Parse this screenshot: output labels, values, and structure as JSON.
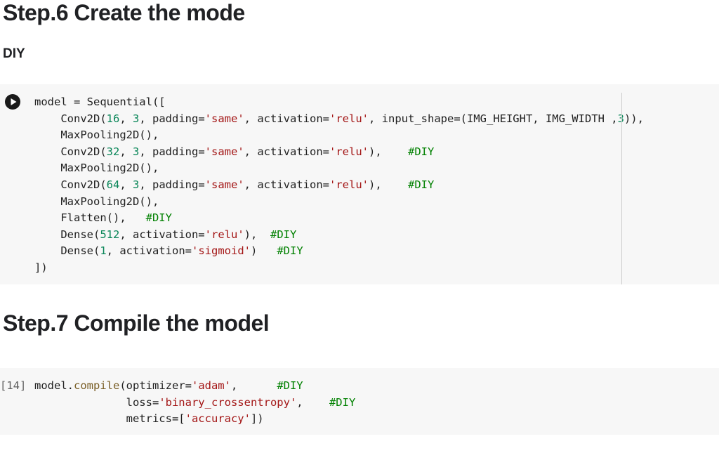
{
  "step6": {
    "title": "Step.6 Create the mode",
    "subtitle": "DIY"
  },
  "step7": {
    "title": "Step.7 Compile the model"
  },
  "cell1": {
    "run_button_label": "run cell",
    "lines": [
      [
        {
          "t": "model = Sequential([",
          "c": ""
        }
      ],
      [
        {
          "t": "    Conv2D(",
          "c": ""
        },
        {
          "t": "16",
          "c": "num"
        },
        {
          "t": ", ",
          "c": ""
        },
        {
          "t": "3",
          "c": "num"
        },
        {
          "t": ", padding=",
          "c": ""
        },
        {
          "t": "'same'",
          "c": "str"
        },
        {
          "t": ", activation=",
          "c": ""
        },
        {
          "t": "'relu'",
          "c": "str"
        },
        {
          "t": ", input_shape=(IMG_HEIGHT, IMG_WIDTH ,",
          "c": ""
        },
        {
          "t": "3",
          "c": "num"
        },
        {
          "t": ")),",
          "c": ""
        }
      ],
      [
        {
          "t": "    MaxPooling2D(),",
          "c": ""
        }
      ],
      [
        {
          "t": "    Conv2D(",
          "c": ""
        },
        {
          "t": "32",
          "c": "num"
        },
        {
          "t": ", ",
          "c": ""
        },
        {
          "t": "3",
          "c": "num"
        },
        {
          "t": ", padding=",
          "c": ""
        },
        {
          "t": "'same'",
          "c": "str"
        },
        {
          "t": ", activation=",
          "c": ""
        },
        {
          "t": "'relu'",
          "c": "str"
        },
        {
          "t": "),    ",
          "c": ""
        },
        {
          "t": "#DIY",
          "c": "cmt"
        }
      ],
      [
        {
          "t": "    MaxPooling2D(),",
          "c": ""
        }
      ],
      [
        {
          "t": "    Conv2D(",
          "c": ""
        },
        {
          "t": "64",
          "c": "num"
        },
        {
          "t": ", ",
          "c": ""
        },
        {
          "t": "3",
          "c": "num"
        },
        {
          "t": ", padding=",
          "c": ""
        },
        {
          "t": "'same'",
          "c": "str"
        },
        {
          "t": ", activation=",
          "c": ""
        },
        {
          "t": "'relu'",
          "c": "str"
        },
        {
          "t": "),    ",
          "c": ""
        },
        {
          "t": "#DIY",
          "c": "cmt"
        }
      ],
      [
        {
          "t": "    MaxPooling2D(),",
          "c": ""
        }
      ],
      [
        {
          "t": "    Flatten(),   ",
          "c": ""
        },
        {
          "t": "#DIY",
          "c": "cmt"
        }
      ],
      [
        {
          "t": "    Dense(",
          "c": ""
        },
        {
          "t": "512",
          "c": "num"
        },
        {
          "t": ", activation=",
          "c": ""
        },
        {
          "t": "'relu'",
          "c": "str"
        },
        {
          "t": "),  ",
          "c": ""
        },
        {
          "t": "#DIY",
          "c": "cmt"
        }
      ],
      [
        {
          "t": "    Dense(",
          "c": ""
        },
        {
          "t": "1",
          "c": "num"
        },
        {
          "t": ", activation=",
          "c": ""
        },
        {
          "t": "'sigmoid'",
          "c": "str"
        },
        {
          "t": ")   ",
          "c": ""
        },
        {
          "t": "#DIY",
          "c": "cmt"
        }
      ],
      [
        {
          "t": "])",
          "c": ""
        }
      ]
    ]
  },
  "cell2": {
    "exec_count": "[14]",
    "lines": [
      [
        {
          "t": "model.",
          "c": ""
        },
        {
          "t": "compile",
          "c": "fn"
        },
        {
          "t": "(optimizer=",
          "c": ""
        },
        {
          "t": "'adam'",
          "c": "str"
        },
        {
          "t": ",      ",
          "c": ""
        },
        {
          "t": "#DIY",
          "c": "cmt"
        }
      ],
      [
        {
          "t": "              loss=",
          "c": ""
        },
        {
          "t": "'binary_crossentropy'",
          "c": "str"
        },
        {
          "t": ",    ",
          "c": ""
        },
        {
          "t": "#DIY",
          "c": "cmt"
        }
      ],
      [
        {
          "t": "              metrics=[",
          "c": ""
        },
        {
          "t": "'accuracy'",
          "c": "str"
        },
        {
          "t": "])",
          "c": ""
        }
      ]
    ]
  }
}
